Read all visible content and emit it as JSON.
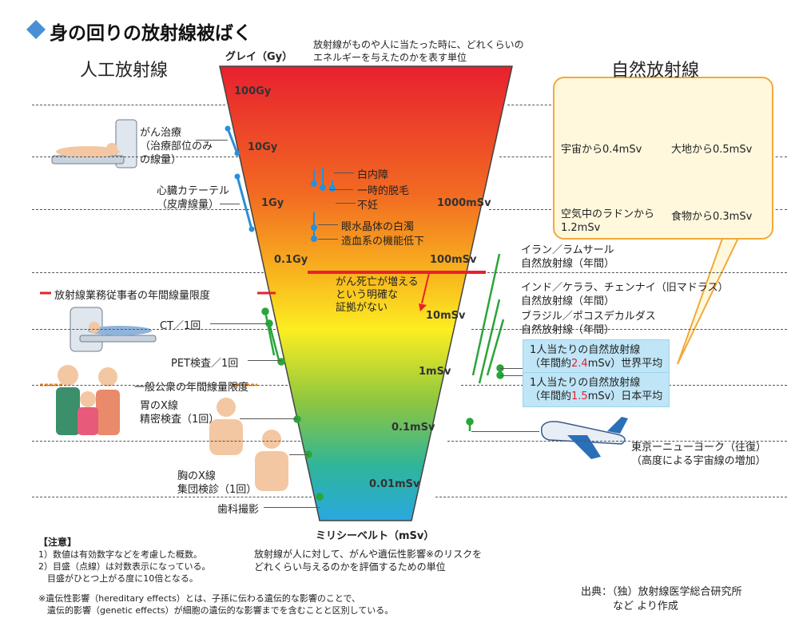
{
  "title": "身の回りの放射線被ばく",
  "left_heading": "人工放射線",
  "right_heading": "自然放射線",
  "gray_unit": "グレイ（Gy）",
  "gray_desc": [
    "放射線がものや人に当たった時に、どれくらいの",
    "エネルギーを与えたのかを表す単位"
  ],
  "msv_unit": "ミリシーベルト（mSv）",
  "msv_desc": [
    "放射線が人に対して、がんや遺伝性影響※のリスクを",
    "どれくらい与えるのかを評価するための単位"
  ],
  "scale_gy": [
    "100Gy",
    "10Gy",
    "1Gy",
    "0.1Gy"
  ],
  "scale_msv": [
    "1000mSv",
    "100mSv",
    "10mSv",
    "1mSv",
    "0.1mSv",
    "0.01mSv"
  ],
  "effects": [
    "白内障",
    "一時的脱毛",
    "不妊",
    "眼水晶体の白濁",
    "造血系の機能低下"
  ],
  "cancer_note": [
    "がん死亡が増える",
    "という明確な",
    "証拠がない"
  ],
  "artificial": {
    "cancer_therapy": [
      "がん治療",
      "（治療部位のみ",
      "の線量）"
    ],
    "cardiac_catheter": [
      "心臓カテーテル",
      "（皮膚線量）"
    ],
    "worker_limit": "放射線業務従事者の年間線量限度",
    "ct": "CT／1回",
    "pet": "PET検査／1回",
    "public_limit": "一般公衆の年間線量限度",
    "stomach": [
      "胃のX線",
      "精密検査（1回）"
    ],
    "chest": [
      "胸のX線",
      "集団検診（1回）"
    ],
    "dental": "歯科撮影"
  },
  "natural": {
    "space": "宇宙から0.4mSv",
    "earth": "大地から0.5mSv",
    "radon": [
      "空気中のラドンから",
      "1.2mSv"
    ],
    "food": "食物から0.3mSv",
    "iran": [
      "イラン／ラムサール",
      "自然放射線（年間）"
    ],
    "india": [
      "インド／ケララ、チェンナイ（旧マドラス）",
      "自然放射線（年間）"
    ],
    "brazil": [
      "ブラジル／ポコスデカルダス",
      "自然放射線（年間）"
    ],
    "world_avg": {
      "line1": "1人当たりの自然放射線",
      "pre": "（年間約",
      "value": "2.4",
      "post": "mSv）世界平均"
    },
    "japan_avg": {
      "line1": "1人当たりの自然放射線",
      "pre": "（年間約",
      "value": "1.5",
      "post": "mSv）日本平均"
    },
    "flight": [
      "東京ーニューヨーク（往復）",
      "（高度による宇宙線の増加）"
    ]
  },
  "notes": {
    "header": "【注意】",
    "lines": [
      "1）数値は有効数字などを考慮した概数。",
      "2）目盛（点線）は対数表示になっている。",
      "　目盛がひとつ上がる度に10倍となる。"
    ],
    "footnote": [
      "※遺伝性影響（hereditary effects）とは、子孫に伝わる遺伝的な影響のことで、",
      "　遺伝的影響（genetic effects）が細胞の遺伝的な影響までを含むことと区別している。"
    ]
  },
  "source": [
    "出典：（独）放射線医学総合研究所",
    "など より作成"
  ],
  "colors": {
    "funnel_top": "#e8202f",
    "funnel_mid": "#fcee21",
    "funnel_bottom": "#29a8e0",
    "accent_line": "#e8202f",
    "marker_blue": "#2a8fd8",
    "marker_green": "#2aa53a",
    "bubble_border": "#f2a93b"
  },
  "icons": [
    "diamond-icon",
    "scanner-icon",
    "ct-scanner-icon",
    "family-icon",
    "torso-icon",
    "planet-icon",
    "animals-icon",
    "house-icon",
    "fruit-icon",
    "airplane-icon"
  ]
}
